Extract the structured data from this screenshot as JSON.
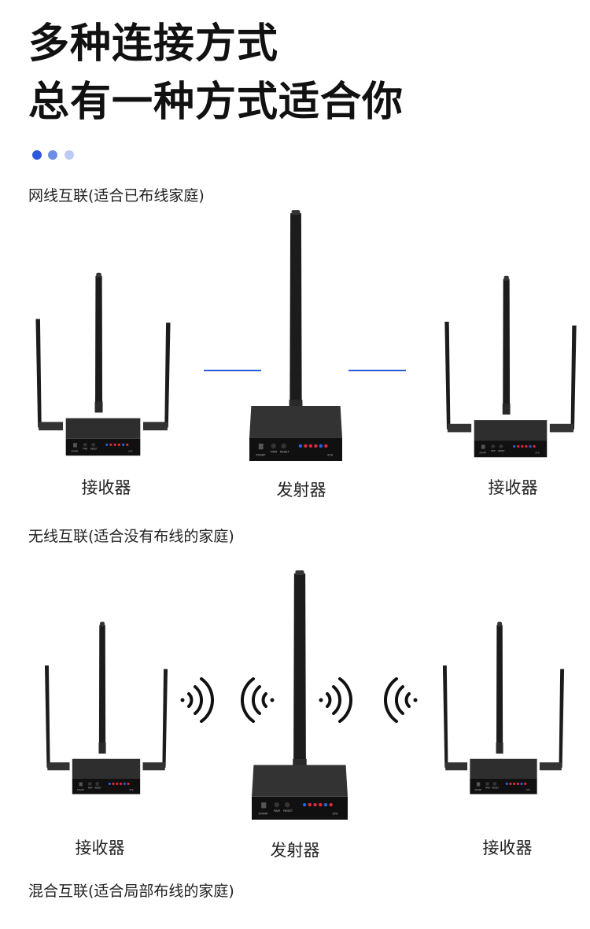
{
  "title": {
    "line1": "多种连接方式",
    "line2": "总有一种方式适合你"
  },
  "colors": {
    "accent": "#2b5bd8",
    "dot2": "#6c8fe4",
    "dot3": "#bccbf3",
    "device": "#2a2a2a"
  },
  "sections": [
    {
      "label": "网线互联(适合已布线家庭)",
      "devices": [
        "接收器",
        "发射器",
        "接收器"
      ],
      "link": "cable-lines"
    },
    {
      "label": "无线互联(适合没有布线的家庭)",
      "devices": [
        "接收器",
        "发射器",
        "接收器"
      ],
      "link": "wifi-signal-icons"
    },
    {
      "label": "混合互联(适合局部布线的家庭)"
    }
  ],
  "device_panel_labels": [
    "STA/AP",
    "PAIR",
    "RESET",
    "SYS"
  ]
}
